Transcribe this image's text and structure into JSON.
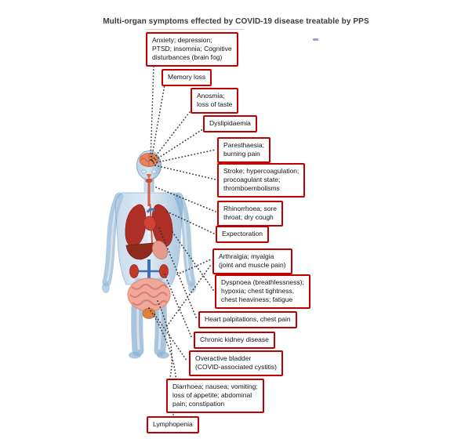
{
  "title": "Multi-organ symptoms effected by COVID-19 disease treatable by PPS",
  "labels": [
    {
      "id": "anxiety",
      "text": "Anxiety; depression;\nPTSD; insomnia; Cognitive\ndisturbances (brain fog)"
    },
    {
      "id": "memory-loss",
      "text": "Memory loss"
    },
    {
      "id": "anosmia",
      "text": "Anosmia;\nloss of taste"
    },
    {
      "id": "dyslipidaemia",
      "text": "Dyslipidaemia"
    },
    {
      "id": "paresthaesia",
      "text": "Paresthaesia;\nburning pain"
    },
    {
      "id": "stroke",
      "text": "Stroke; hypercoagulation;\nprocoagulant state;\nthromboembolisms"
    },
    {
      "id": "rhinorrhoea",
      "text": "Rhinorrhoea; sore\nthroat; dry cough"
    },
    {
      "id": "expectoration",
      "text": "Expectoration"
    },
    {
      "id": "arthralgia",
      "text": "Arthralgia; myalgia\n(joint and muscle pain)"
    },
    {
      "id": "dyspnoea",
      "text": "Dyspnoea (breathlessness);\nhypoxia; chest tightness,\nchest heaviness; fatigue"
    },
    {
      "id": "heart-palpitations",
      "text": "Heart palpitations, chest pain"
    },
    {
      "id": "chronic-kidney-disease",
      "text": "Chronic kidney disease"
    },
    {
      "id": "overactive-bladder",
      "text": "Overactive bladder\n(COVID-associated cystitis)"
    },
    {
      "id": "gastrointestinal",
      "text": "Diarrhoea; nausea; vomiting;\nloss of appetite; abdominal\npain; constipation"
    },
    {
      "id": "lymphopenia",
      "text": "Lymphopenia"
    }
  ],
  "colors": {
    "box_border": "#c00000",
    "label_text": "#141414",
    "connector_dots": "#2b2b2b",
    "body_blue": "#7ba7cf",
    "organ_red": "#ae2f28",
    "brain_salmon": "#e8835e",
    "bladder_orange": "#df8040"
  }
}
